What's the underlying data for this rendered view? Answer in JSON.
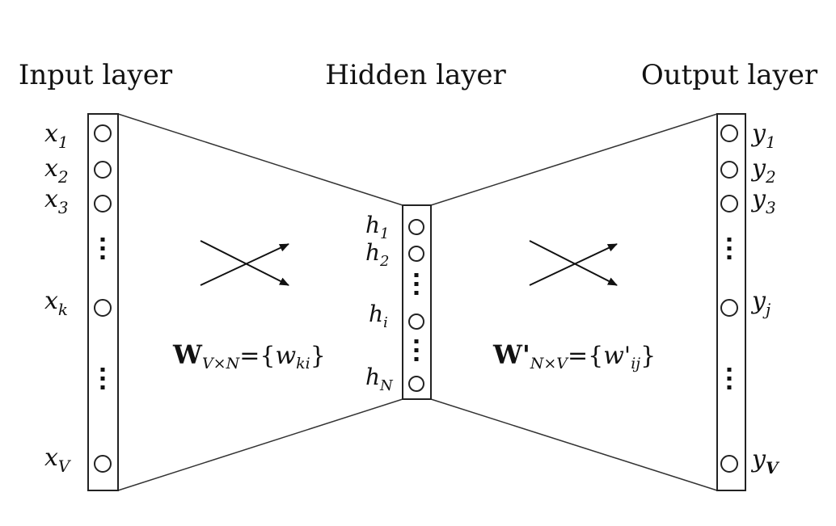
{
  "titles": {
    "input": "Input layer",
    "hidden": "Hidden layer",
    "output": "Output layer"
  },
  "input_nodes": [
    {
      "var": "x",
      "sub": "1"
    },
    {
      "var": "x",
      "sub": "2"
    },
    {
      "var": "x",
      "sub": "3"
    },
    {
      "var": "x",
      "sub": "k"
    },
    {
      "var": "x",
      "sub": "V"
    }
  ],
  "hidden_nodes": [
    {
      "var": "h",
      "sub": "1"
    },
    {
      "var": "h",
      "sub": "2"
    },
    {
      "var": "h",
      "sub": "i"
    },
    {
      "var": "h",
      "sub": "N"
    }
  ],
  "output_nodes": [
    {
      "var": "y",
      "sub": "1"
    },
    {
      "var": "y",
      "sub": "2"
    },
    {
      "var": "y",
      "sub": "3"
    },
    {
      "var": "y",
      "sub": "j"
    },
    {
      "var": "y",
      "sub": "V"
    }
  ],
  "weights_in": {
    "symbol": "W",
    "symbol_sub": "V×N",
    "set_open": "={",
    "elem": "w",
    "elem_sub": "ki",
    "set_close": "}"
  },
  "weights_out": {
    "symbol": "W'",
    "symbol_sub": "N×V",
    "set_open": "={",
    "elem": "w'",
    "elem_sub": "ij",
    "set_close": "}"
  }
}
